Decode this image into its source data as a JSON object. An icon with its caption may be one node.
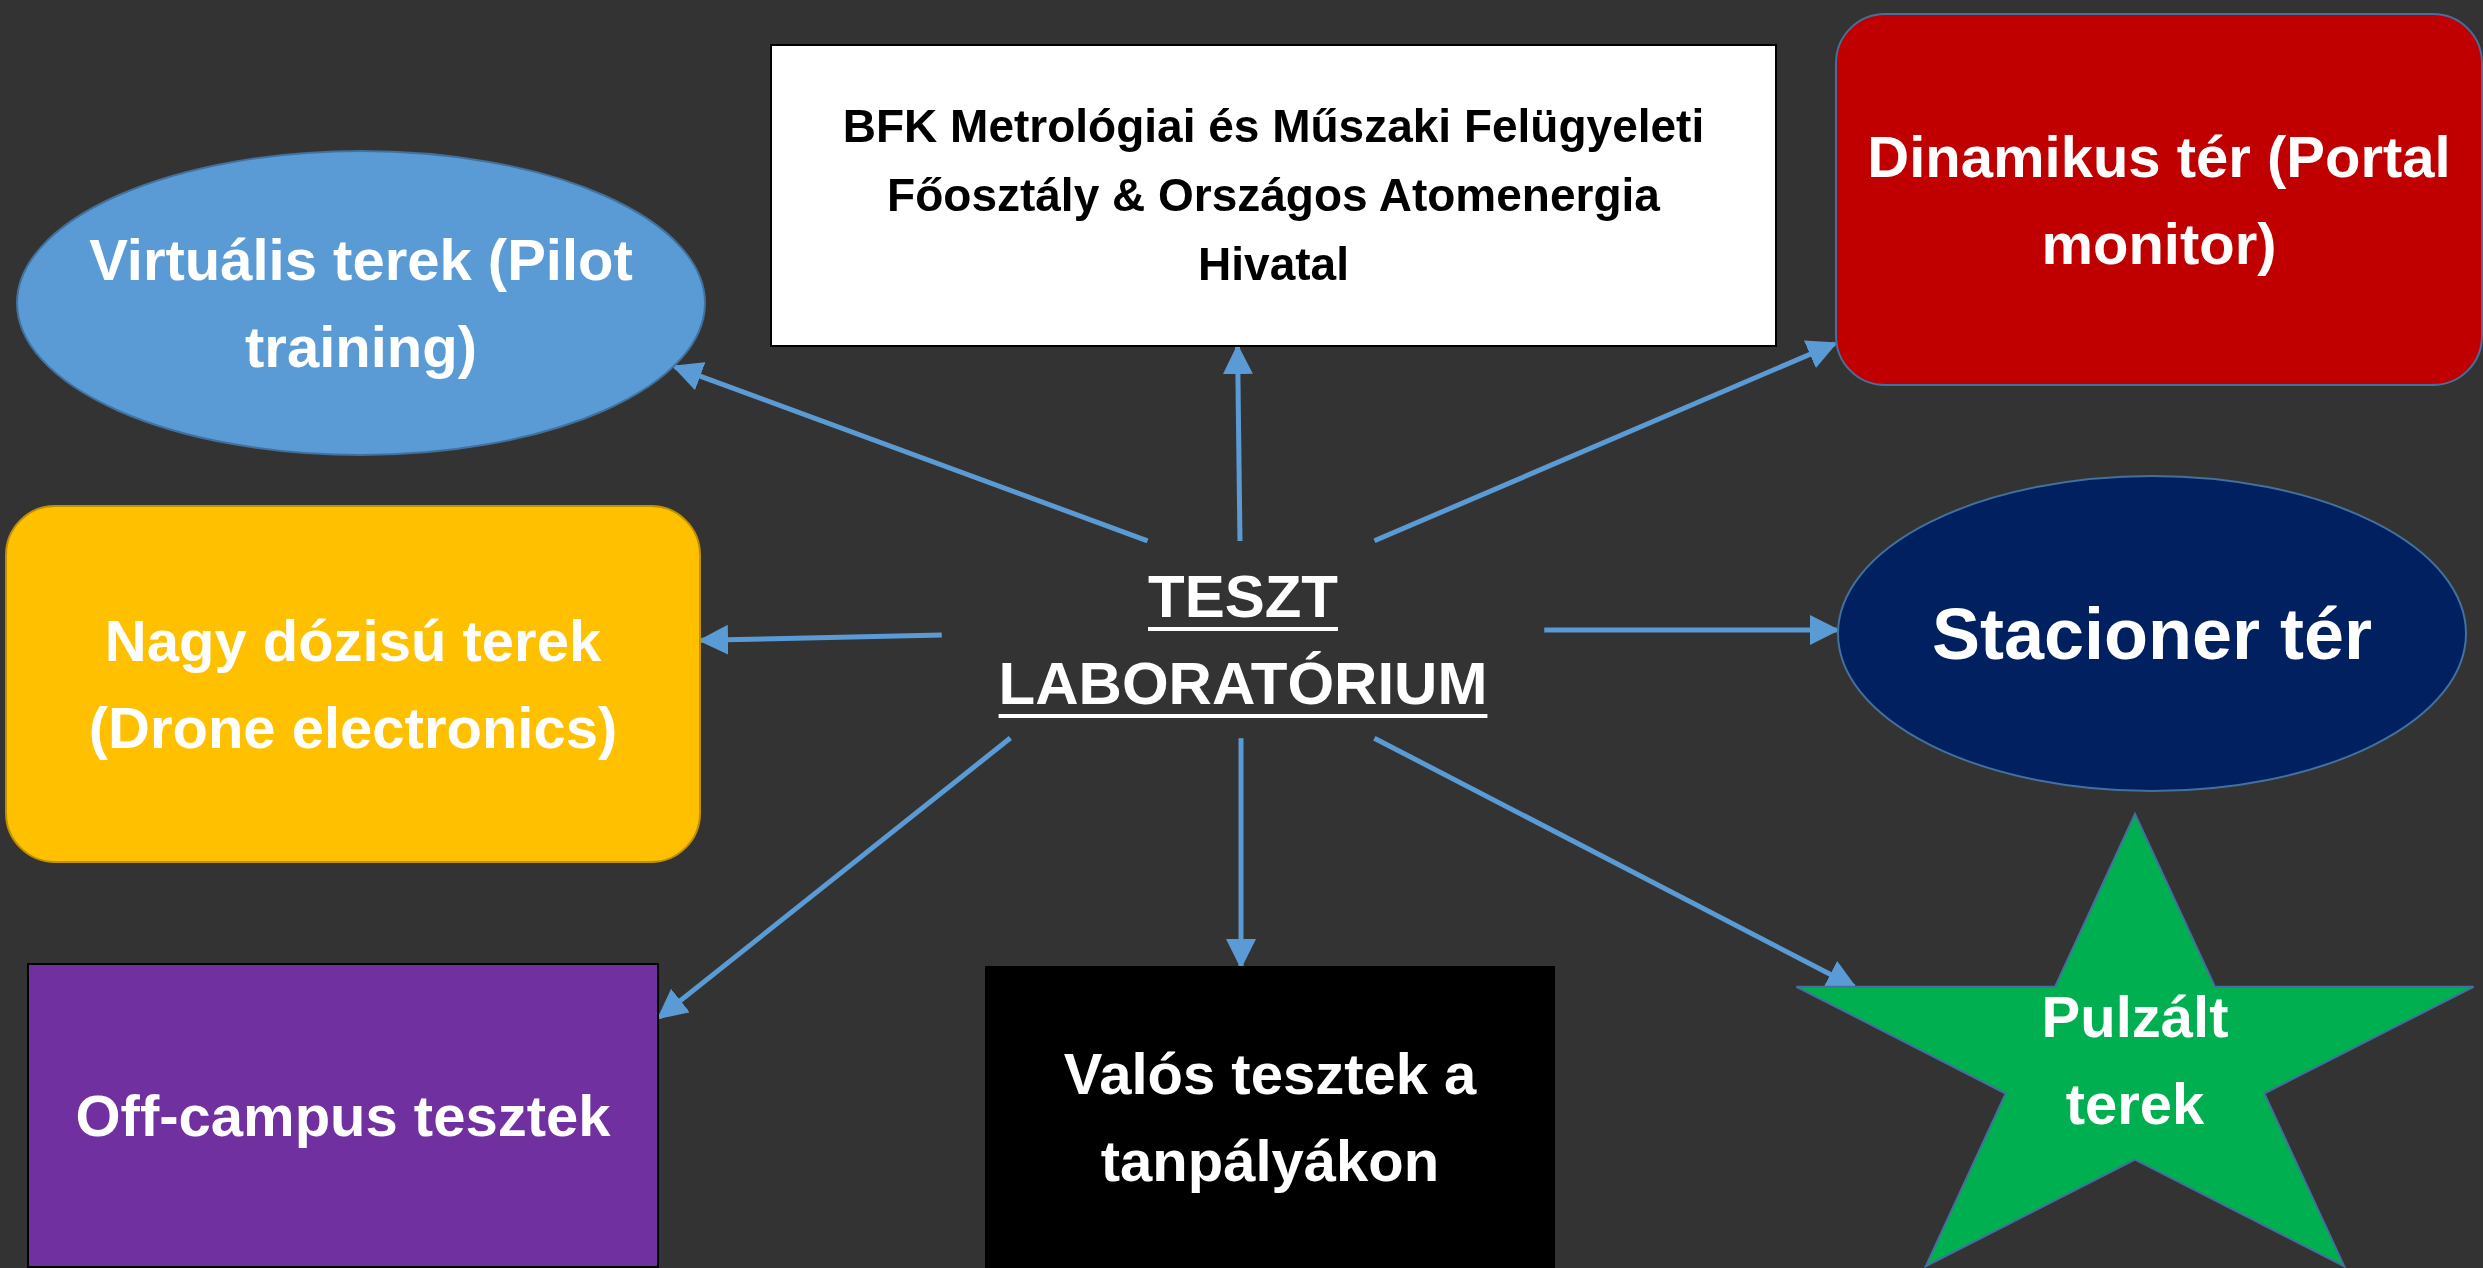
{
  "diagram": {
    "nodes": [
      {
        "text": [
          "Virtuális terek (Pilot training)"
        ]
      },
      {
        "text": [
          "BFK Metrológiai és Műszaki Felügyeleti Főosztály & Országos Atomenergia Hivatal"
        ]
      },
      {
        "text": [
          "Dinamikus tér (Portal monitor)"
        ]
      },
      {
        "text": [
          "Nagy dózisú terek (Drone electronics)"
        ]
      },
      {
        "text": [
          "TESZT LABORATÓRIUM"
        ]
      },
      {
        "text": [
          "Stacioner tér"
        ]
      },
      {
        "text": [
          "Off-campus tesztek"
        ]
      },
      {
        "text": [
          "Valós tesztek a tanpályákon"
        ]
      },
      {
        "text": [
          "Pulzált terek"
        ]
      }
    ],
    "edges": [
      {
        "from": 4,
        "to": 0,
        "arrow": "to"
      },
      {
        "from": 4,
        "to": 1,
        "arrow": "to"
      },
      {
        "from": 4,
        "to": 2,
        "arrow": "to"
      },
      {
        "from": 4,
        "to": 3,
        "arrow": "to"
      },
      {
        "from": 4,
        "to": 5,
        "arrow": "to"
      },
      {
        "from": 4,
        "to": 6,
        "arrow": "to"
      },
      {
        "from": 4,
        "to": 7,
        "arrow": "to"
      },
      {
        "from": 4,
        "to": 8,
        "arrow": "to"
      }
    ]
  }
}
